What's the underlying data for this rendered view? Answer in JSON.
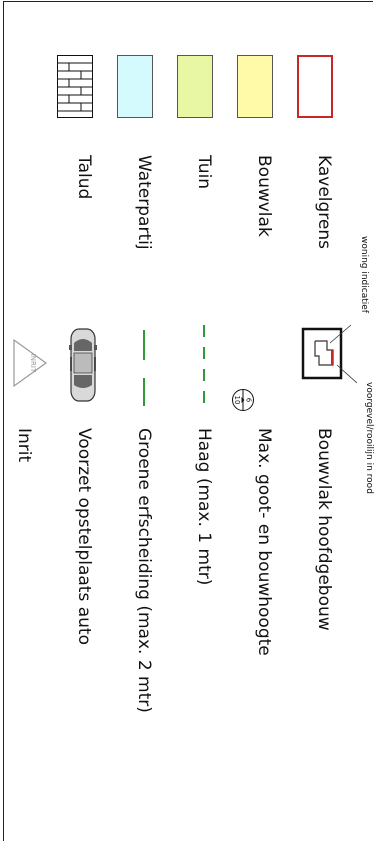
{
  "legend": {
    "left_items": [
      {
        "label": "Kavelgrens",
        "swatch": "outline",
        "color": "#c62828"
      },
      {
        "label": "Bouwvlak",
        "swatch": "fill",
        "color": "#fffaa8"
      },
      {
        "label": "Tuin",
        "swatch": "fill",
        "color": "#e7f7a4"
      },
      {
        "label": "Waterpartij",
        "swatch": "fill",
        "color": "#d4fafd"
      },
      {
        "label": "Talud",
        "swatch": "hatch",
        "color": "#111111"
      }
    ],
    "right_items": [
      {
        "label": "Bouwvlak hoofdgebouw",
        "icon": "building-plot-icon"
      },
      {
        "label": "Max. goot- en bouwhoogte",
        "icon": "height-circle-icon"
      },
      {
        "label": "Haag (max. 1 mtr)",
        "icon": "dashed-green-line-icon"
      },
      {
        "label": "Groene erfscheiding (max. 2 mtr)",
        "icon": "solid-green-line-icon"
      },
      {
        "label": "Voorzet opstelplaats auto",
        "icon": "car-icon"
      },
      {
        "label": "Inrit",
        "icon": "entrance-triangle-icon"
      }
    ],
    "annotations": {
      "woning": "woning indicatief",
      "voorgevel": "voorgevel/rooilijn in rood"
    },
    "height_circle": {
      "top": "6",
      "bottom": "10"
    },
    "inrit_mark": "INRIT",
    "colors": {
      "hedge_green": "#2e9a3a",
      "facade_red": "#c62828"
    }
  }
}
